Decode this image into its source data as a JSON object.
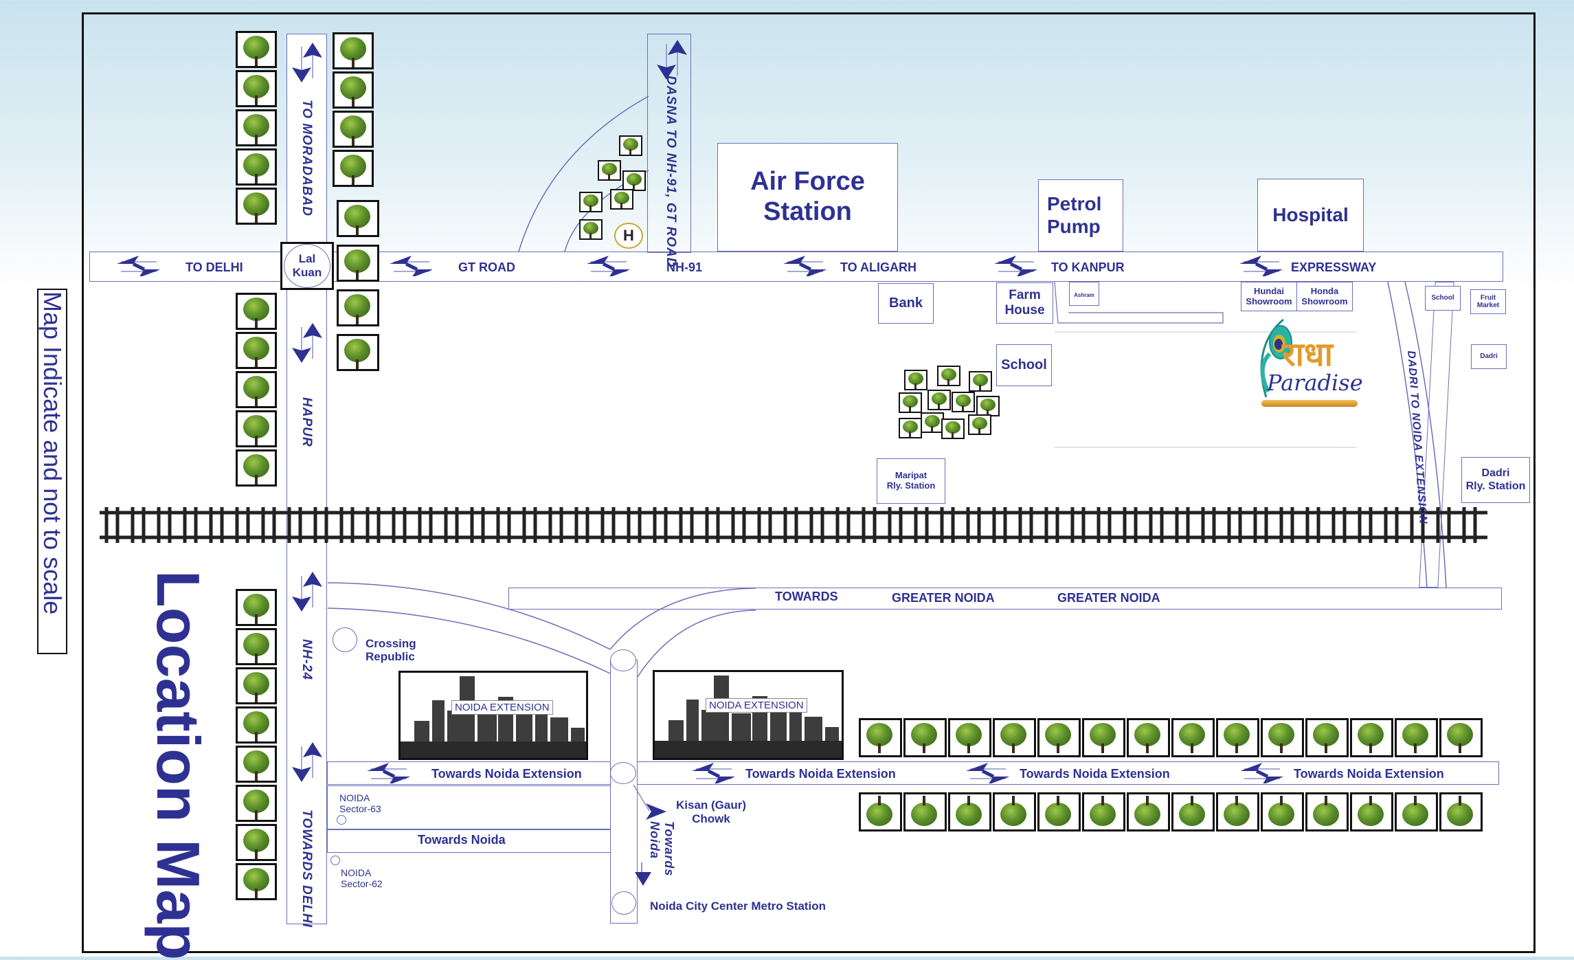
{
  "map": {
    "title": "Location Map",
    "disclaimer": "Map Indicate and not to scale",
    "colors": {
      "label": "#2e3192",
      "road_border": "#6b6fb8",
      "rail": "#222222",
      "logo_orange": "#e39a2b",
      "logo_teal": "#1f8f8a"
    }
  },
  "roads": {
    "gt_road_labels": [
      "TO DELHI",
      "GT ROAD",
      "NH-91",
      "TO ALIGARH",
      "TO KANPUR",
      "EXPRESSWAY"
    ],
    "vertical_left": [
      "TO MORADABAD",
      "HAPUR",
      "NH-24",
      "TOWARDS DELHI"
    ],
    "dasna_road": "DASNA TO NH-91, GT ROAD",
    "dadri_road": "DADRI TO NOIDA EXTENSION",
    "greater_noida": [
      "TOWARDS",
      "GREATER NOIDA",
      "GREATER NOIDA"
    ],
    "noida_extension_road": [
      "Towards Noida Extension",
      "Towards Noida Extension",
      "Towards Noida Extension",
      "Towards Noida Extension"
    ],
    "towards_noida": "Towards Noida",
    "towards_noida_vertical": "Towards Noida"
  },
  "junctions": {
    "lal_kuan": "Lal Kuan",
    "crossing_republic": "Crossing Republic",
    "kisan_chowk": "Kisan (Gaur) Chowk",
    "metro": "Noida City Center Metro Station",
    "sector63": [
      "NOIDA",
      "Sector-63"
    ],
    "sector62": [
      "NOIDA",
      "Sector-62"
    ]
  },
  "landmarks": {
    "air_force": [
      "Air Force",
      "Station"
    ],
    "petrol_pump": [
      "Petrol",
      "Pump"
    ],
    "hospital": "Hospital",
    "bank": "Bank",
    "farm_house": [
      "Farm",
      "House"
    ],
    "ashram": "Ashram",
    "hundai": [
      "Hundai",
      "Showroom"
    ],
    "honda": [
      "Honda",
      "Showroom"
    ],
    "school_right": "School",
    "fruit_market": [
      "Fruit",
      "Market"
    ],
    "dadri": "Dadri",
    "school_center": "School",
    "maripat": [
      "Maripat",
      "Rly. Station"
    ],
    "dadri_station": [
      "Dadri",
      "Rly. Station"
    ],
    "hospital_symbol": "H"
  },
  "city_tags": [
    "NOIDA EXTENSION",
    "NOIDA EXTENSION"
  ],
  "logo": {
    "hindi": "राधा",
    "english": "Paradise"
  }
}
